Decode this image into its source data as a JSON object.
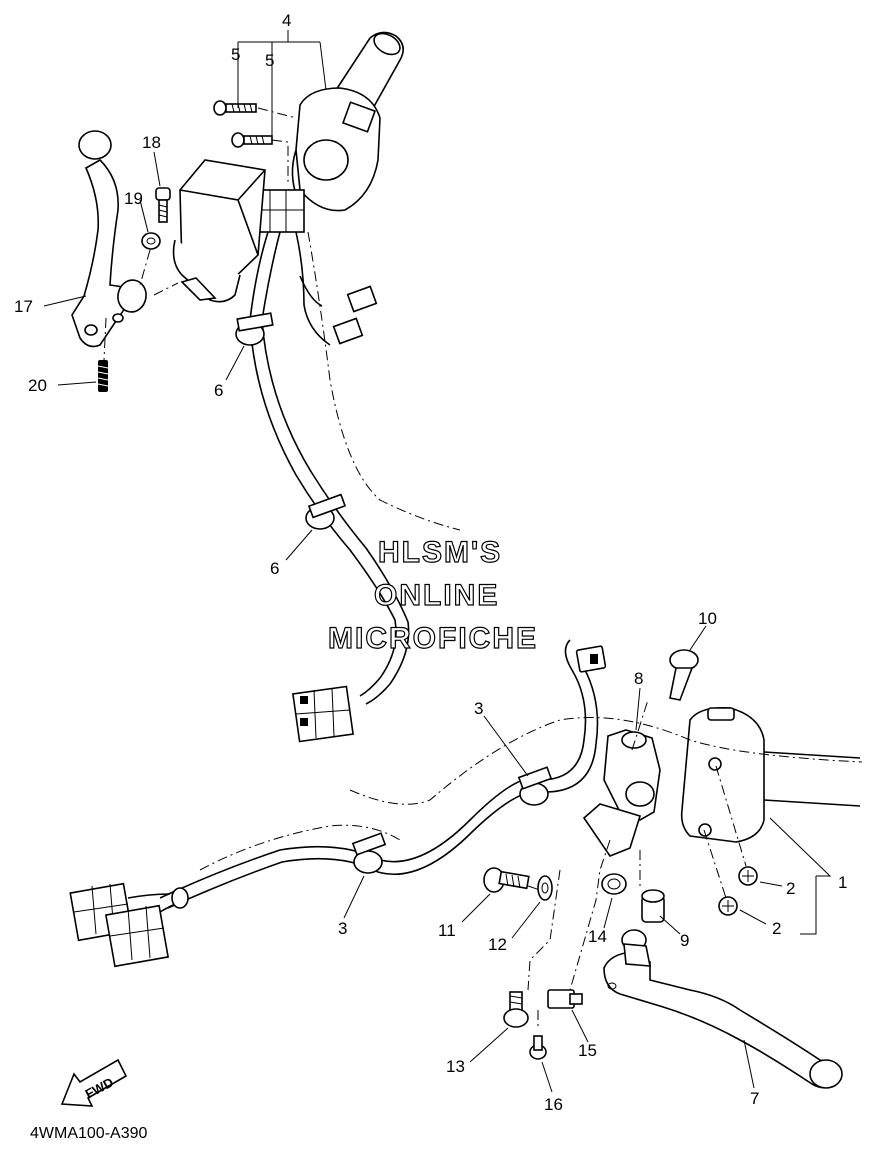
{
  "diagram": {
    "callouts": [
      {
        "id": "4",
        "label": "4"
      },
      {
        "id": "5a",
        "label": "5"
      },
      {
        "id": "5b",
        "label": "5"
      },
      {
        "id": "18",
        "label": "18"
      },
      {
        "id": "19",
        "label": "19"
      },
      {
        "id": "17",
        "label": "17"
      },
      {
        "id": "20",
        "label": "20"
      },
      {
        "id": "6a",
        "label": "6"
      },
      {
        "id": "6b",
        "label": "6"
      },
      {
        "id": "10",
        "label": "10"
      },
      {
        "id": "8",
        "label": "8"
      },
      {
        "id": "3a",
        "label": "3"
      },
      {
        "id": "3b",
        "label": "3"
      },
      {
        "id": "1",
        "label": "1"
      },
      {
        "id": "2a",
        "label": "2"
      },
      {
        "id": "2b",
        "label": "2"
      },
      {
        "id": "11",
        "label": "11"
      },
      {
        "id": "12",
        "label": "12"
      },
      {
        "id": "14",
        "label": "14"
      },
      {
        "id": "9",
        "label": "9"
      },
      {
        "id": "13",
        "label": "13"
      },
      {
        "id": "15",
        "label": "15"
      },
      {
        "id": "16",
        "label": "16"
      },
      {
        "id": "7",
        "label": "7"
      }
    ],
    "watermark": [
      "HLSM'S",
      "ONLINE",
      "MICROFICHE"
    ],
    "fwd_label": "FWD",
    "reference_code": "4WMA100-A390"
  }
}
